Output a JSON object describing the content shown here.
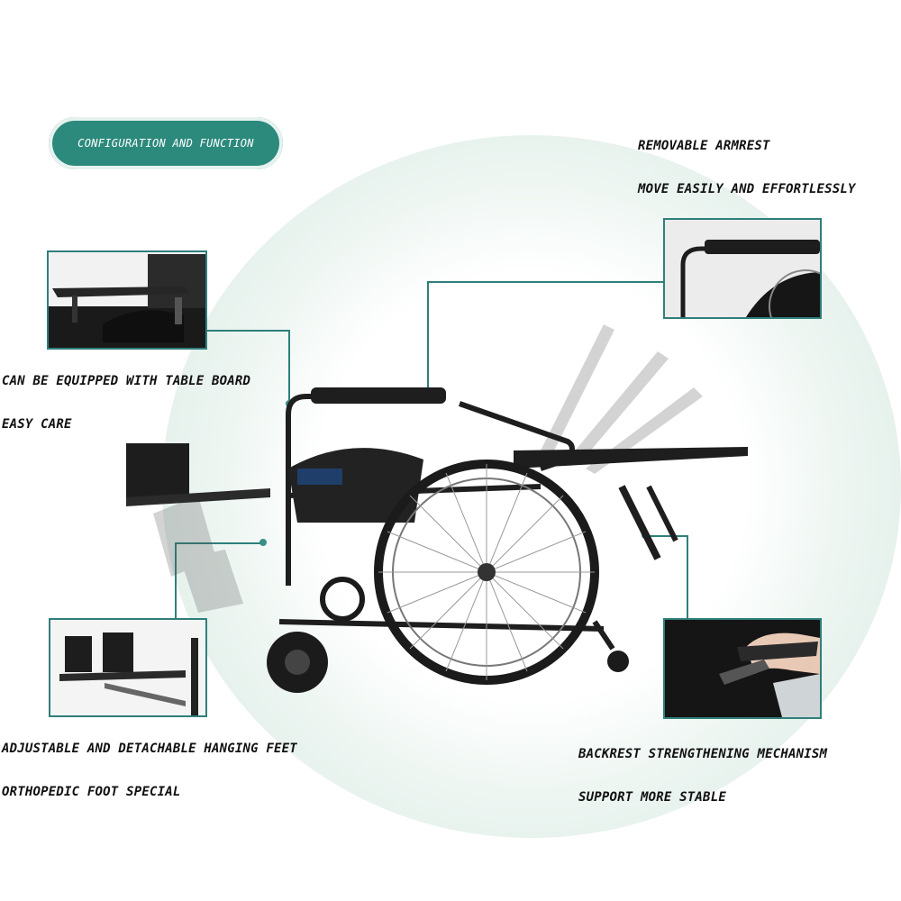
{
  "badge": {
    "text": "CONFIGURATION AND FUNCTION"
  },
  "labels": {
    "armrest_1": "REMOVABLE ARMREST",
    "armrest_2": "MOVE EASILY AND EFFORTLESSLY",
    "table_1": "CAN BE EQUIPPED WITH TABLE BOARD",
    "table_2": "EASY CARE",
    "feet_1": "ADJUSTABLE AND DETACHABLE HANGING FEET",
    "feet_2": "ORTHOPEDIC FOOT SPECIAL",
    "backrest_1": "BACKREST STRENGTHENING MECHANISM",
    "backrest_2": "SUPPORT MORE STABLE"
  },
  "colors": {
    "accent": "#2c8a7d",
    "callout": "#2f7f7a",
    "frame": "#1e1e1e"
  }
}
